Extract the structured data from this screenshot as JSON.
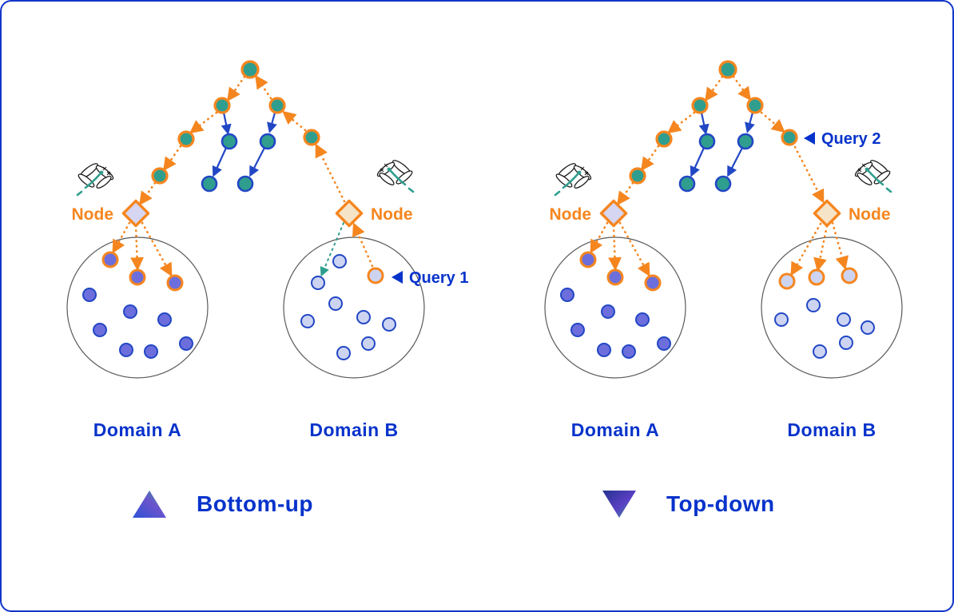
{
  "colors": {
    "canvas_border": "#1336c9",
    "text_blue": "#0733cb",
    "orange_accent": "#f5861f",
    "teal_node": "#2f9e8e",
    "node_ring_blue": "#2247c5",
    "purple_point": "#6c6edc",
    "light_point": "#cdd4f1",
    "diamond_left_fill": "#d6d6f2",
    "diamond_right_fill": "#f6e4c8"
  },
  "panels": [
    {
      "name": "bottom-up",
      "node_label_left": "Node",
      "node_label_right": "Node",
      "query_label": "Query 1",
      "domain_a_label": "Domain A",
      "domain_b_label": "Domain B"
    },
    {
      "name": "top-down",
      "node_label_left": "Node",
      "node_label_right": "Node",
      "query_label": "Query 2",
      "domain_a_label": "Domain A",
      "domain_b_label": "Domain B"
    }
  ],
  "legend": [
    {
      "symbol": "triangle-up-gradient",
      "label": "Bottom-up"
    },
    {
      "symbol": "triangle-down-gradient",
      "label": "Top-down"
    }
  ]
}
